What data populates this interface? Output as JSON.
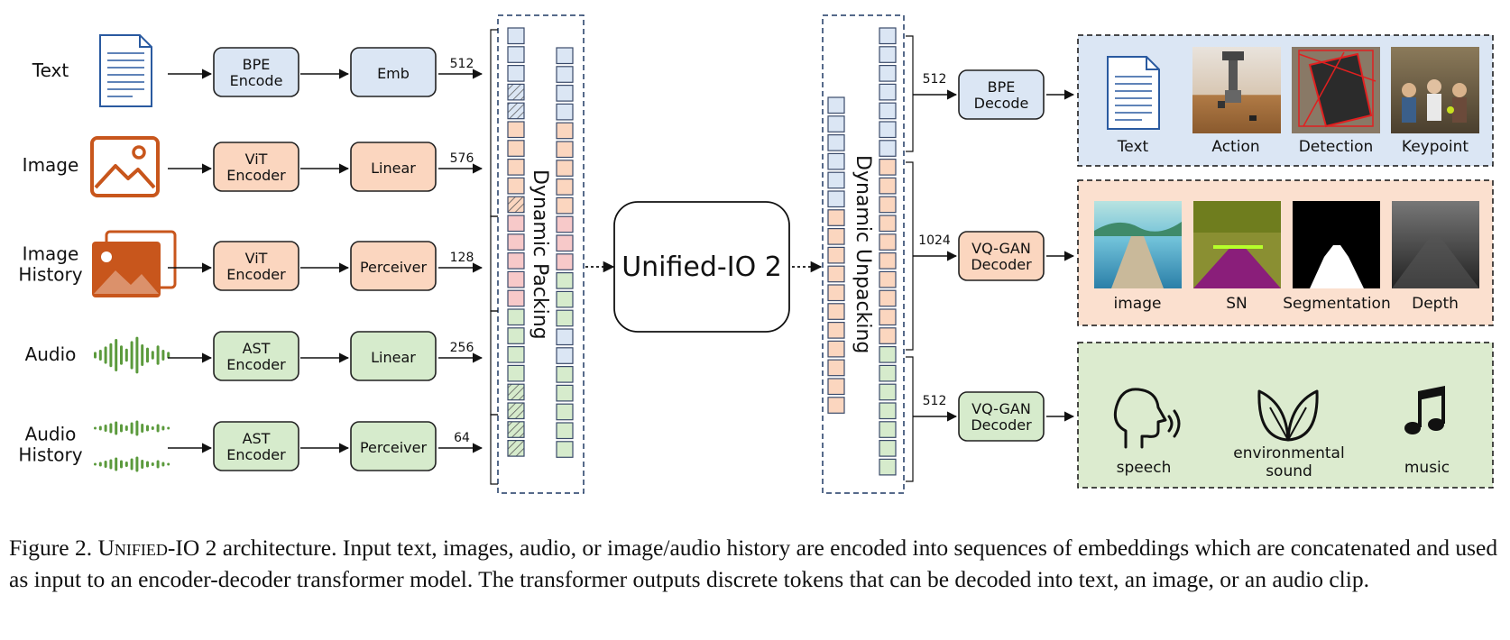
{
  "inputs": [
    {
      "label": "Text",
      "encoder": "BPE\nEncode",
      "module": "Emb",
      "tokens": "512"
    },
    {
      "label": "Image",
      "encoder": "ViT\nEncoder",
      "module": "Linear",
      "tokens": "576"
    },
    {
      "label": "Image\nHistory",
      "encoder": "ViT\nEncoder",
      "module": "Perceiver",
      "tokens": "128"
    },
    {
      "label": "Audio",
      "encoder": "AST\nEncoder",
      "module": "Linear",
      "tokens": "256"
    },
    {
      "label": "Audio\nHistory",
      "encoder": "AST\nEncoder",
      "module": "Perceiver",
      "tokens": "64"
    }
  ],
  "packing_label": "Dynamic Packing",
  "unpacking_label": "Dynamic Unpacking",
  "model_label": "Unified-IO 2",
  "decoders": [
    {
      "label": "BPE\nDecode",
      "tokens": "512",
      "outputs": [
        "Text",
        "Action",
        "Detection",
        "Keypoint"
      ]
    },
    {
      "label": "VQ-GAN\nDecoder",
      "tokens": "1024",
      "outputs": [
        "image",
        "SN",
        "Segmentation",
        "Depth"
      ]
    },
    {
      "label": "VQ-GAN\nDecoder",
      "tokens": "512",
      "outputs": [
        "speech",
        "environmental\nsound",
        "music"
      ]
    }
  ],
  "colors": {
    "text": "#dbe6f4",
    "image": "#fbd6bf",
    "image_history": "#f7c9c9",
    "audio": "#d6ebcc",
    "border": "#333333",
    "dashed": "#1f3864"
  },
  "caption": {
    "prefix": "Figure 2. ",
    "model_name": "Unified",
    "model_suffix": "-IO 2 architecture.",
    "body": " Input text, images, audio, or image/audio history are encoded into sequences of embeddings which are concatenated and used as input to an encoder-decoder transformer model. The transformer outputs discrete tokens that can be decoded into text, an image, or an audio clip."
  }
}
